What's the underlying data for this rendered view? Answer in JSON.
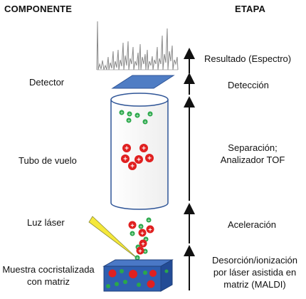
{
  "headers": {
    "component": "COMPONENTE",
    "stage": "ETAPA"
  },
  "components": {
    "detector": "Detector",
    "flight_tube": "Tubo de vuelo",
    "laser": "Luz láser",
    "sample_line1": "Muestra cocristalizada",
    "sample_line2": "con matriz"
  },
  "stages": {
    "result": "Resultado (Espectro)",
    "detection": "Detección",
    "separation_line1": "Separación;",
    "separation_line2": "Analizador TOF",
    "acceleration": "Aceleración",
    "desorption_line1": "Desorción/ionización",
    "desorption_line2": "por láser asistida en",
    "desorption_line3": "matriz (MALDI)"
  },
  "colors": {
    "detector_fill": "#4f7dc4",
    "matrix_fill": "#2f5fb0",
    "ion_red": "#e02020",
    "ion_green": "#2aa84a",
    "laser_yellow": "#f5e83a",
    "tube_stroke": "#2f5597"
  }
}
